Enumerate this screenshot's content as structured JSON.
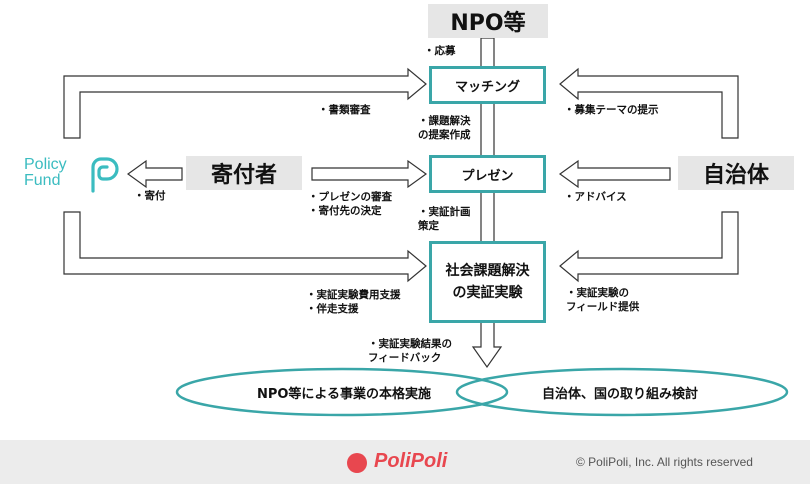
{
  "nodes": {
    "npo": "NPO等",
    "donor": "寄付者",
    "local_gov": "自治体",
    "matching": "マッチング",
    "presentation": "プレゼン",
    "demonstration": "社会課題解決\nの実証実験"
  },
  "logo": {
    "line1": "Policy",
    "line2": "Fund"
  },
  "notes": {
    "apply": "・応募",
    "doc_review": "・書類審査",
    "proposal": "・課題解決\nの提案作成",
    "theme": "・募集テーマの提示",
    "donation": "・寄付",
    "pres_review": "・プレゼンの審査\n・寄付先の決定",
    "plan": "・実証計画\n策定",
    "advice": "・アドバイス",
    "cost_support": "・実証実験費用支援\n・伴走支援",
    "field": "・実証実験の\nフィールド提供",
    "feedback": "・実証実験結果の\nフィードバック"
  },
  "outcomes": {
    "left": "NPO等による事業の本格実施",
    "right": "自治体、国の取り組み検討"
  },
  "footer": {
    "brand": "PoliPoli",
    "copyright": "© PoliPoli, Inc. All rights reserved"
  },
  "colors": {
    "teal": "#3aa6a8",
    "gray_box": "#e6e6e6",
    "brand_red": "#e8474f",
    "footer_bg": "#ececec"
  }
}
